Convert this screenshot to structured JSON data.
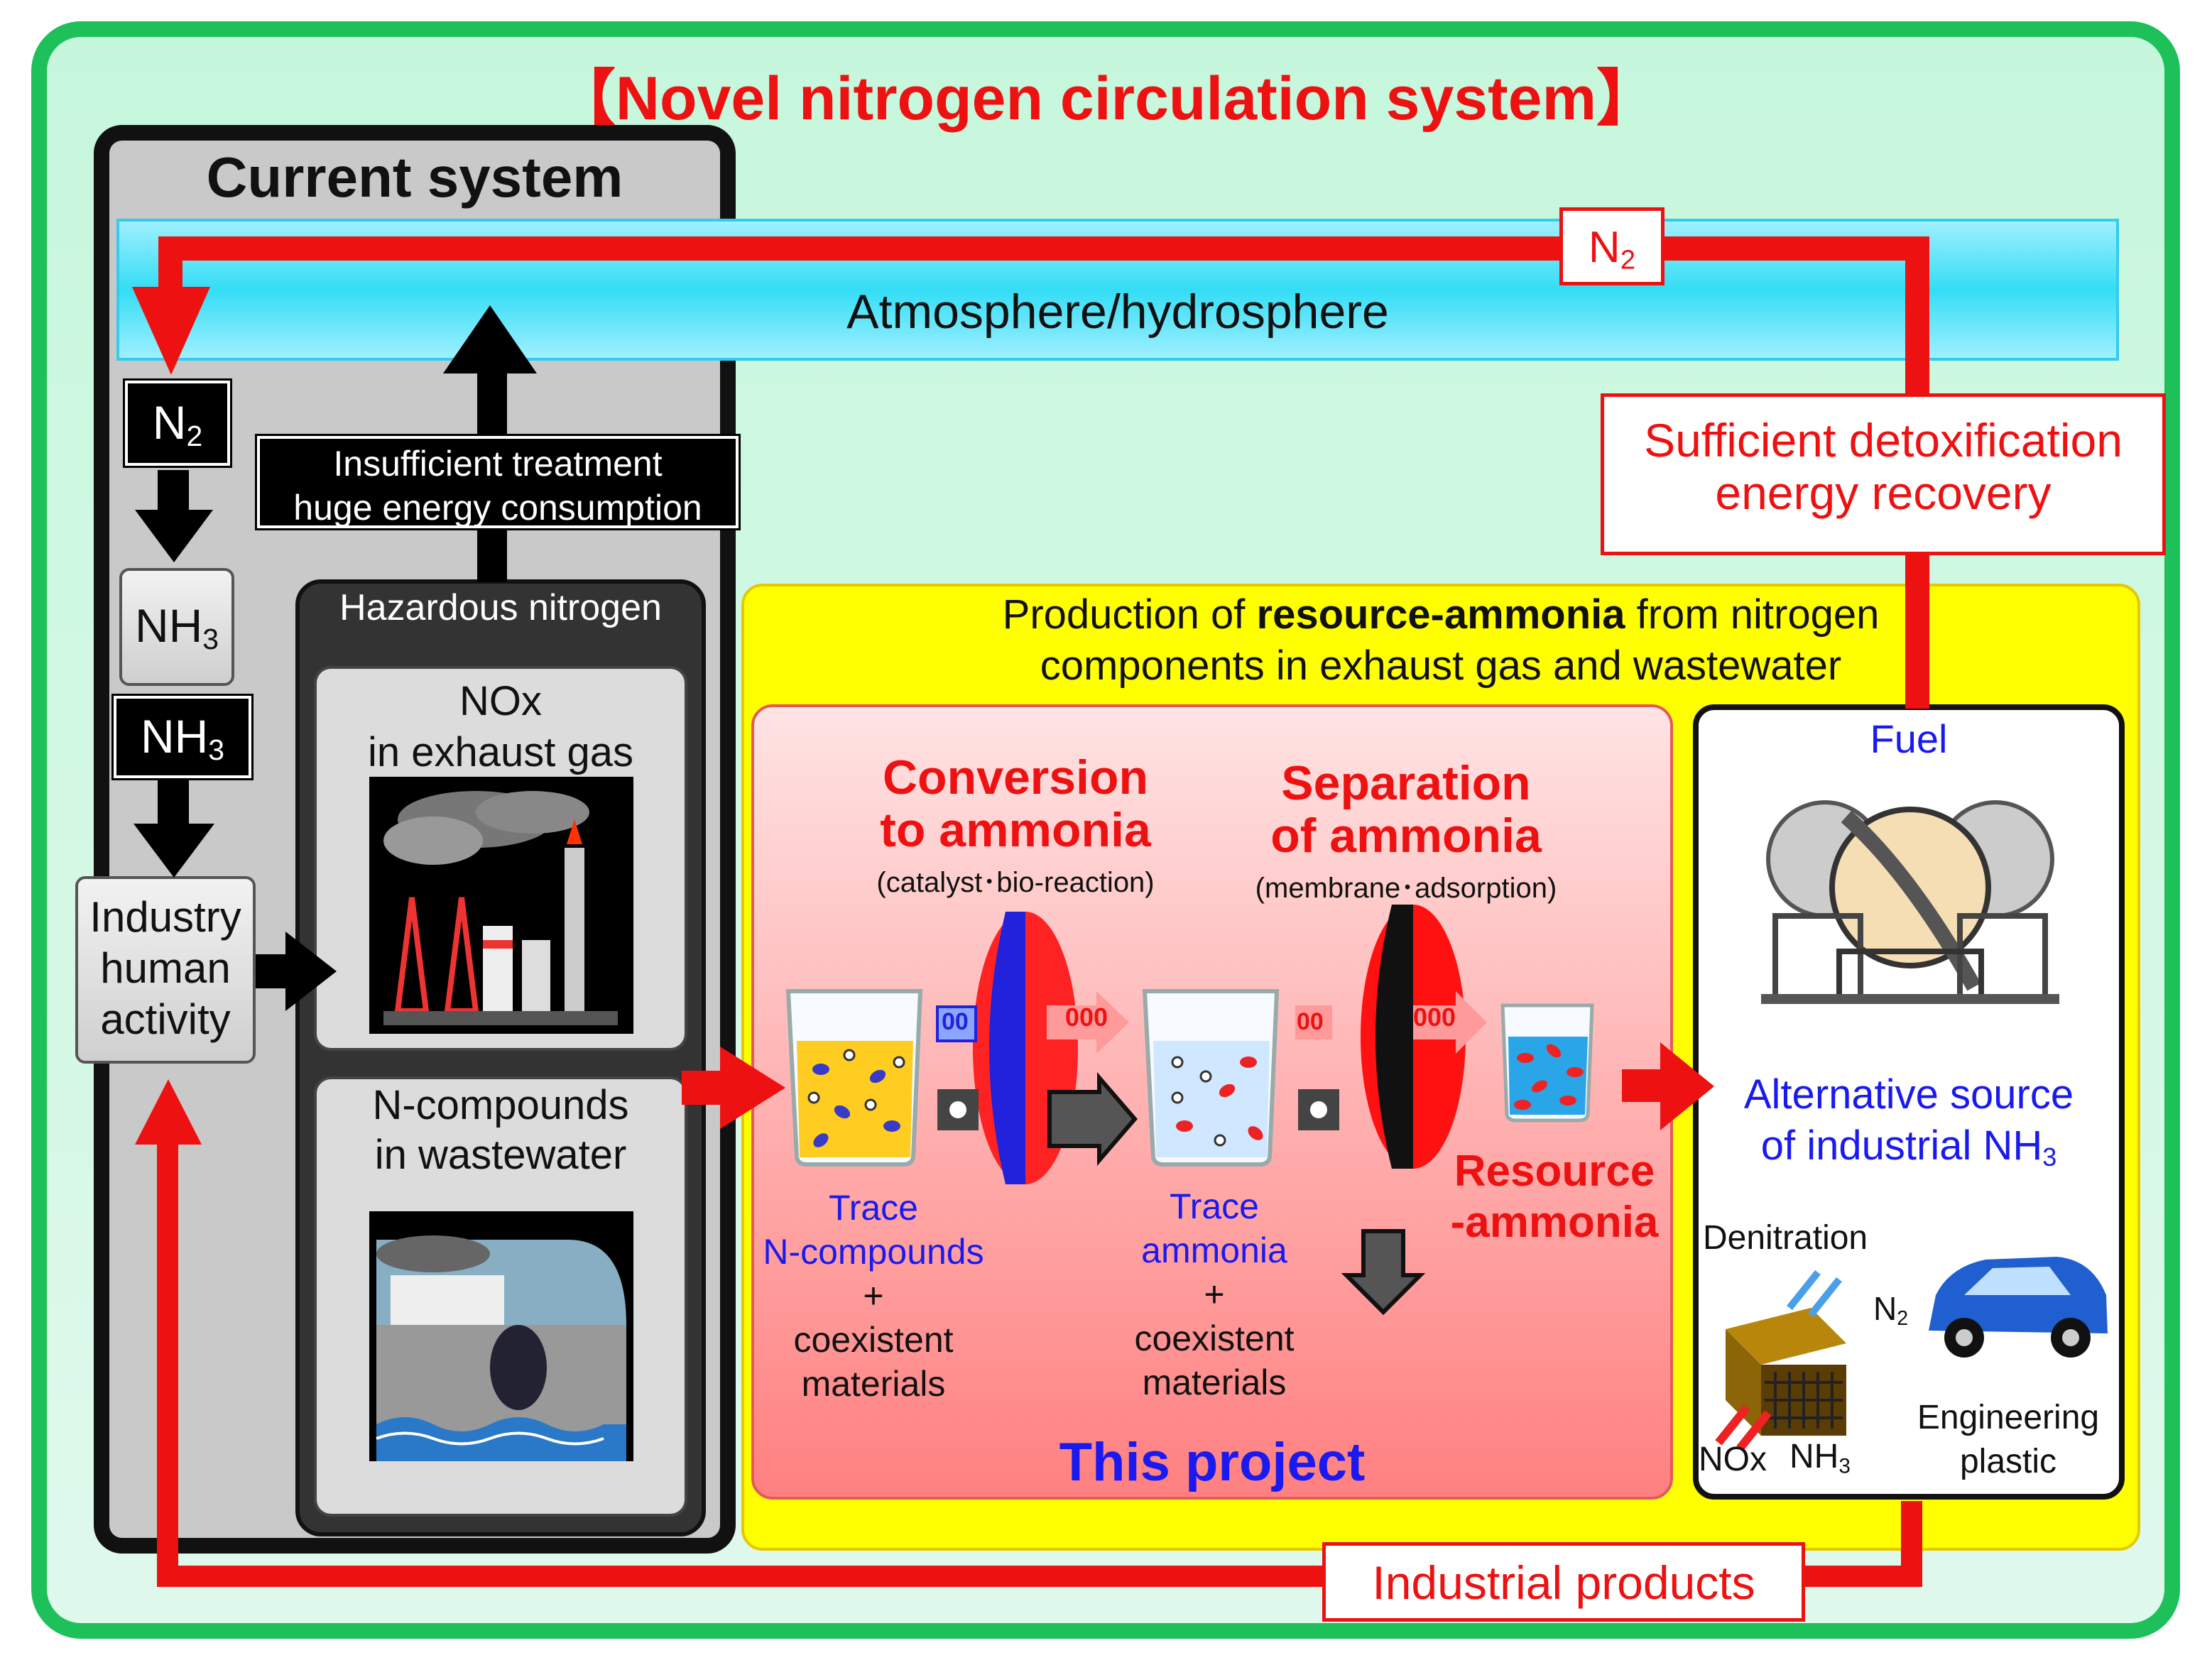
{
  "title": "【Novel nitrogen circulation system】",
  "current_system": {
    "title": "Current system",
    "n2_label": "N",
    "n2_sub": "2",
    "nh3_label": "NH",
    "nh3_sub": "3",
    "industry_lines": [
      "Industry",
      "human",
      "activity"
    ],
    "treatment_lines": [
      "Insufficient treatment",
      "huge energy consumption"
    ]
  },
  "atmosphere_label": "Atmosphere/hydrosphere",
  "n2_top": {
    "main": "N",
    "sub": "2"
  },
  "detox_lines": [
    "Sufficient detoxification",
    "energy recovery"
  ],
  "hazardous": {
    "title": "Hazardous nitrogen",
    "nox_lines": [
      "NOx",
      "in exhaust gas"
    ],
    "ncompounds_lines": [
      "N-compounds",
      "in wastewater"
    ]
  },
  "production": {
    "line1_pre": "Production of ",
    "line1_bold": "resource-ammonia",
    "line1_post": " from nitrogen",
    "line2": "components in exhaust gas and wastewater"
  },
  "project": {
    "conversion_lines": [
      "Conversion",
      "to ammonia"
    ],
    "conversion_note": "(catalyst･bio-reaction)",
    "separation_lines": [
      "Separation",
      "of ammonia"
    ],
    "separation_note": "(membrane･adsorption)",
    "trace1_lines": [
      "Trace",
      "N-compounds"
    ],
    "trace2_lines": [
      "Trace",
      "ammonia"
    ],
    "plus": "+",
    "coexistent_lines": [
      "coexistent",
      "materials"
    ],
    "resource_lines": [
      "Resource",
      "-ammonia"
    ],
    "this_project": "This project",
    "membrane_text": "000",
    "conv_in_text": "00"
  },
  "uses": {
    "fuel": "Fuel",
    "alt_line1": "Alternative source",
    "alt_line2": "of industrial NH",
    "alt_sub": "3",
    "denitration": "Denitration",
    "n2": "N",
    "n2_sub": "2",
    "nox": "NOx",
    "nh3": "NH",
    "nh3_sub": "3",
    "plastic_lines": [
      "Engineering",
      "plastic"
    ]
  },
  "industrial_products": "Industrial products",
  "colors": {
    "frame": "#1ec05a",
    "red": "#ee1111",
    "blue": "#1a1af0",
    "yellow": "#ffff00"
  }
}
